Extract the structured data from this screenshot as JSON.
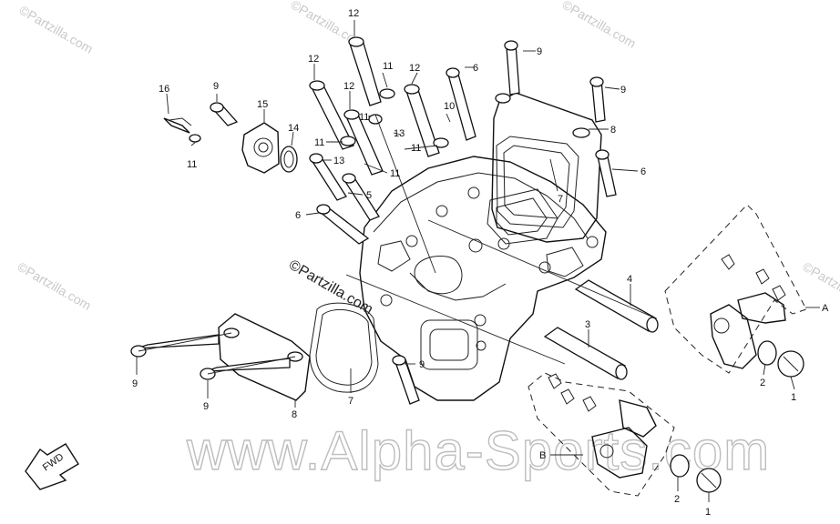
{
  "watermarks": {
    "corner_mark": "©Partzilla.com",
    "center_mark": "©Partzilla.com",
    "banner": "www.Alpha-Sports.com"
  },
  "fwd_label": "FWD",
  "callouts": {
    "c12a": "12",
    "c12b": "12",
    "c12c": "12",
    "c12d": "12",
    "c11a": "11",
    "c11b": "11",
    "c11c": "11",
    "c11d": "11",
    "c11e": "11",
    "c11f": "11",
    "c16": "16",
    "c15": "15",
    "c14": "14",
    "c13a": "13",
    "c13b": "13",
    "c10": "10",
    "c9a": "9",
    "c9b": "9",
    "c9c": "9",
    "c9d": "9",
    "c9e": "9",
    "c9f": "9",
    "c8a": "8",
    "c8b": "8",
    "c7a": "7",
    "c7b": "7",
    "c6a": "6",
    "c6b": "6",
    "c6c": "6",
    "c5": "5",
    "c4": "4",
    "c3": "3",
    "c2a": "2",
    "c2b": "2",
    "c1a": "1",
    "c1b": "1",
    "cA": "A",
    "cB": "B"
  }
}
